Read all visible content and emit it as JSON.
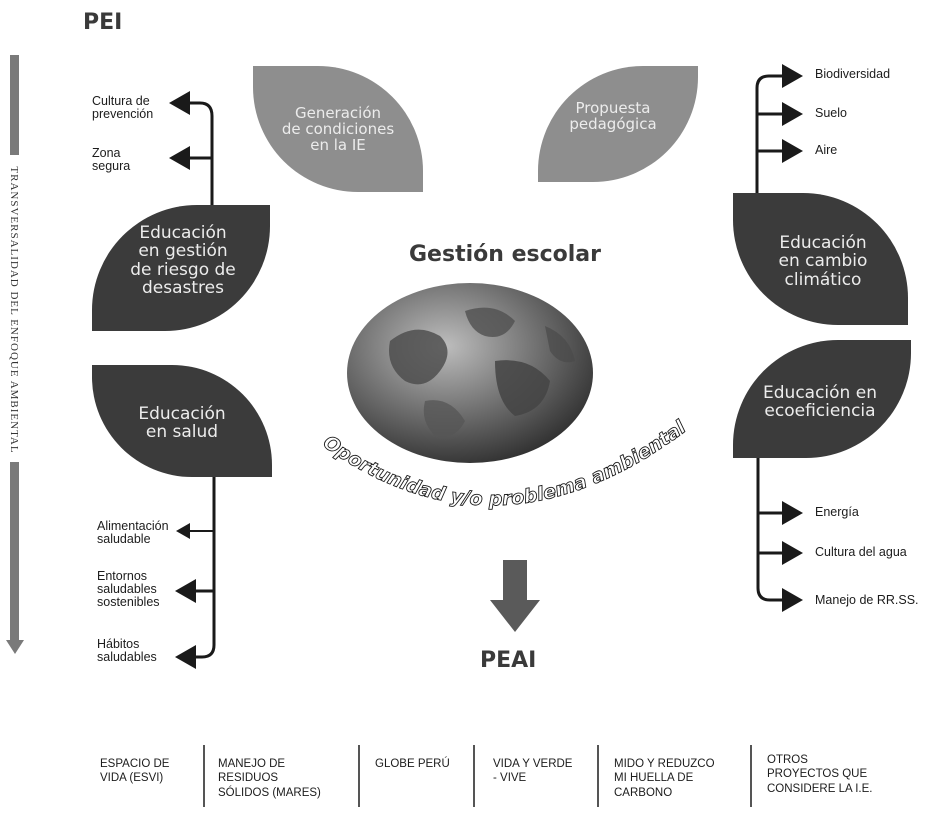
{
  "pei_title": "PEI",
  "peai_title": "PEAI",
  "vertical_label": "TRANSVERSALIDAD DEL ENFOQUE AMBIENTAL",
  "center": {
    "title": "Gestión escolar",
    "arc_text": "Oportunidad y/o problema ambiental"
  },
  "leaves": {
    "generacion": [
      "Generación",
      "de condiciones",
      "en la IE"
    ],
    "propuesta": [
      "Propuesta",
      "pedagógica"
    ],
    "riesgo": [
      "Educación",
      "en gestión",
      "de riesgo de",
      "desastres"
    ],
    "salud": [
      "Educación",
      "en salud"
    ],
    "cambio": [
      "Educación",
      "en cambio",
      "climático"
    ],
    "ecoeficiencia": [
      "Educación en",
      "ecoeficiencia"
    ]
  },
  "labels": {
    "cultura_prevencion": [
      "Cultura de",
      "prevención"
    ],
    "zona_segura": [
      "Zona",
      "segura"
    ],
    "alimentacion": [
      "Alimentación",
      "saludable"
    ],
    "entornos": [
      "Entornos",
      "saludables",
      "sostenibles"
    ],
    "habitos": [
      "Hábitos",
      "saludables"
    ],
    "biodiversidad": "Biodiversidad",
    "suelo": "Suelo",
    "aire": "Aire",
    "energia": "Energía",
    "cultura_agua": "Cultura del agua",
    "manejo_rrss": "Manejo de RR.SS."
  },
  "bottom_items": [
    [
      "ESPACIO DE",
      "VIDA (ESVI)"
    ],
    [
      "MANEJO DE",
      "RESIDUOS",
      "SÓLIDOS (MARES)"
    ],
    [
      "GLOBE PERÚ"
    ],
    [
      "VIDA Y VERDE",
      "- VIVE"
    ],
    [
      "MIDO Y REDUZCO",
      "MI HUELLA DE",
      "CARBONO"
    ],
    [
      "OTROS",
      "PROYECTOS QUE",
      "CONSIDERE LA I.E."
    ]
  ],
  "colors": {
    "leaf_dark": "#3b3b3b",
    "leaf_gray": "#8e8e8e",
    "line": "#1a1a1a",
    "bar": "#777777"
  }
}
